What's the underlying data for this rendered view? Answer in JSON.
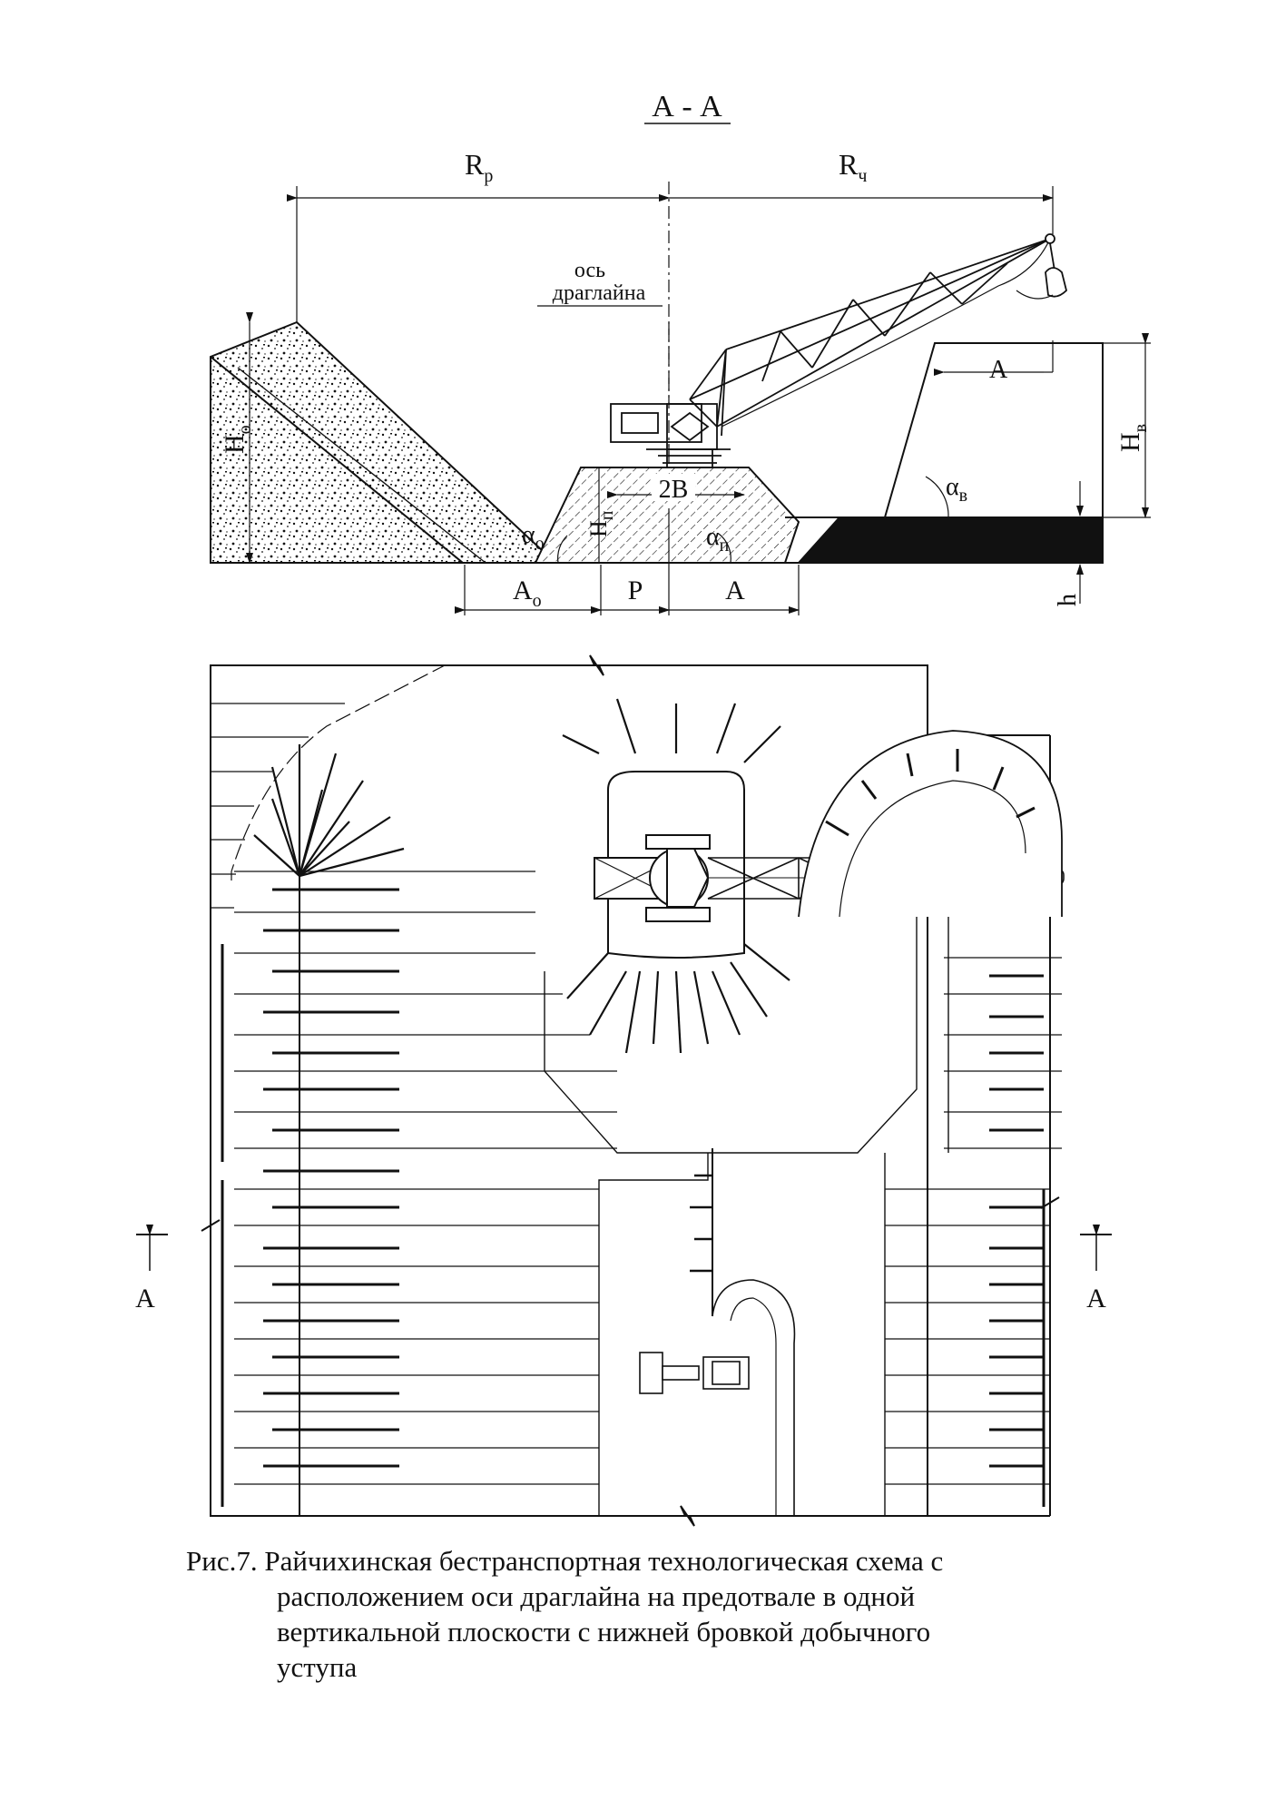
{
  "section": {
    "title": "А - А",
    "labels": {
      "r_p": "R",
      "r_p_sub": "р",
      "r_ch": "R",
      "r_ch_sub": "ч",
      "axis_line1": "ось",
      "axis_line2": "драглайна",
      "h_o": "H",
      "h_o_sub": "о",
      "h_p": "H",
      "h_p_sub": "п",
      "two_b": "2В",
      "alpha_o": "α",
      "alpha_o_sub": "о",
      "alpha_p": "α",
      "alpha_p_sub": "п",
      "alpha_v": "α",
      "alpha_v_sub": "в",
      "h_v": "H",
      "h_v_sub": "в",
      "a_top": "А",
      "a_o": "A",
      "a_o_sub": "о",
      "p": "Р",
      "a_bottom": "А",
      "h": "h"
    }
  },
  "plan": {
    "section_mark_left": "А",
    "section_mark_right": "А"
  },
  "caption": {
    "line1": "Рис.7. Райчихинская бестранспортная технологическая схема с",
    "line2": "расположением оси драглайна на предотвале в одной",
    "line3": "вертикальной плоскости с нижней бровкой добычного",
    "line4": "уступа"
  }
}
